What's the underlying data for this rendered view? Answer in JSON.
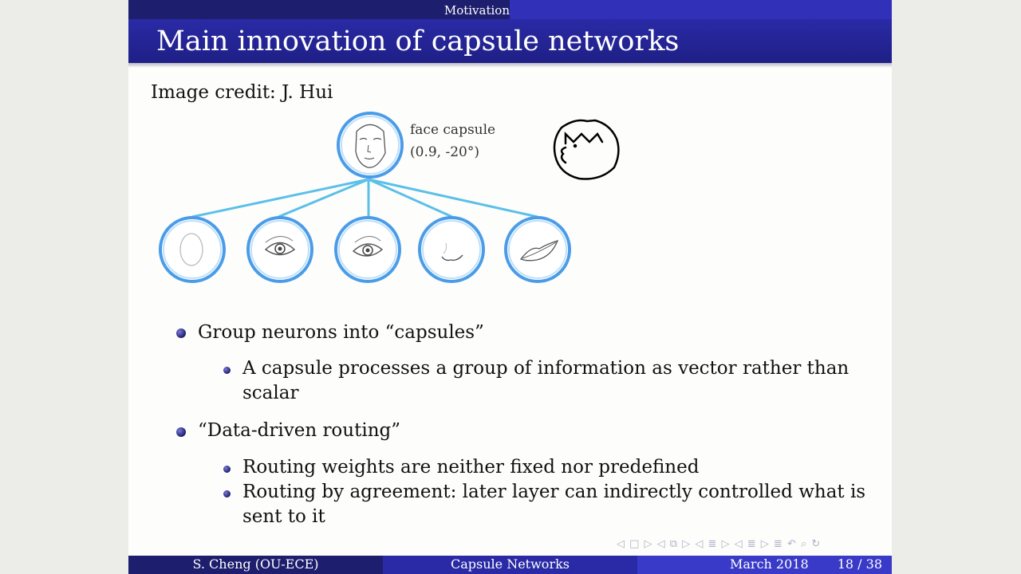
{
  "header": {
    "section": "Motivation"
  },
  "slide": {
    "title": "Main innovation of capsule networks",
    "credit": "Image credit:  J. Hui",
    "figure": {
      "top_label_line1": "face capsule",
      "top_label_line2": "(0.9, -20°)",
      "capsules": [
        "face-outline",
        "eye",
        "eye",
        "nose",
        "lips"
      ]
    },
    "bullets": [
      {
        "text": "Group neurons into “capsules”",
        "sub": [
          {
            "line1": "A capsule processes a group of information as vector rather than",
            "line2": "scalar"
          }
        ]
      },
      {
        "text": "“Data-driven routing”",
        "sub": [
          {
            "line1": "Routing weights are neither fixed nor predefined",
            "line2": ""
          },
          {
            "line1": "Routing by agreement: later layer can indirectly controlled what is",
            "line2": "sent to it"
          }
        ]
      }
    ]
  },
  "footer": {
    "author": "S. Cheng  (OU-ECE)",
    "talk": "Capsule Networks",
    "date": "March 2018",
    "page": "18 / 38"
  },
  "nav": {
    "glyphs": "◁ □ ▷  ◁ ⧉ ▷  ◁ ≣ ▷  ◁ ≣ ▷    ≣    ↶ ⌕ ↻"
  }
}
